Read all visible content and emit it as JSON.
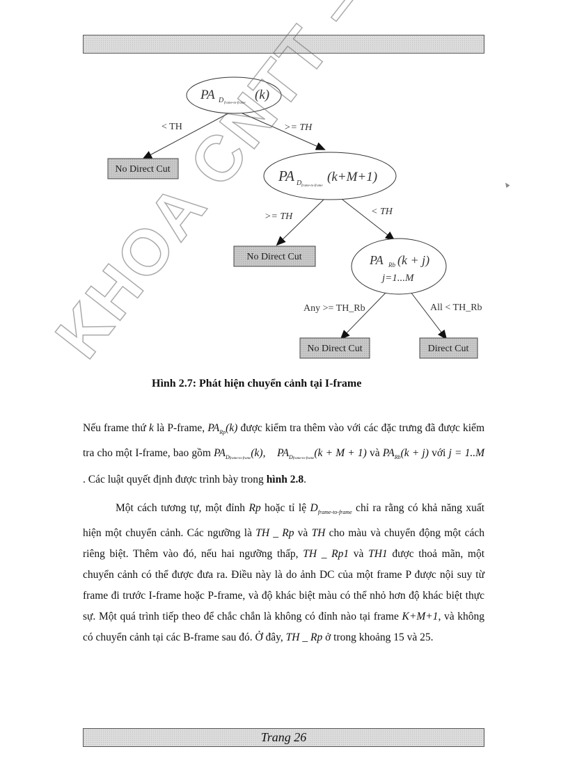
{
  "header": {
    "bar_text": ""
  },
  "diagram": {
    "nodes": {
      "root": {
        "main": "PA",
        "sub": "D",
        "subsub": "frame-to-frame",
        "arg": "(k)"
      },
      "second": {
        "main": "PA",
        "sub": "D",
        "subsub": "frame-to-frame",
        "arg": "(k+M+1)"
      },
      "third": {
        "line1_main": "PA",
        "line1_sub": "Rb",
        "line1_arg": "(k + j)",
        "line2": "j=1...M"
      }
    },
    "edges": {
      "root_left": "< TH",
      "root_right": ">= TH",
      "second_left": ">= TH",
      "second_right": "< TH",
      "third_left": "Any >= TH_Rb",
      "third_right": "All < TH_Rb"
    },
    "boxes": {
      "box1": "No Direct Cut",
      "box2": "No Direct Cut",
      "box3": "No Direct Cut",
      "box4": "Direct Cut"
    }
  },
  "caption": "Hình 2.7: Phát  hiện chuyển cảnh tại I-frame",
  "paragraphs": {
    "p1": {
      "t1": "Nếu frame thứ ",
      "k": "k",
      "t2": " là P-frame, ",
      "pa": "PA",
      "rp": "Rp",
      "argk": "(k)",
      "t3": " được kiểm tra thêm vào với các đặc trưng đã được kiểm tra cho một I-frame, bao gồm ",
      "pa2": "PA",
      "d": "D",
      "ftf": "frame-to-frame",
      "arg2": "(k),",
      "pa3": "PA",
      "arg3": "(k + M + 1)",
      "t4": " và ",
      "pa4": "PA",
      "rb": "Rb",
      "arg4": "(k + j)",
      "t5": " với ",
      "jrange": "j = 1..M",
      "t6": " . Các luật quyết định được trình bày trong ",
      "ref": "hình 2.8",
      "t7": "."
    },
    "p2": {
      "t1": "Một cách tương tự, một đỉnh ",
      "rp": "Rp",
      "t2": " hoặc tỉ lệ ",
      "d": "D",
      "ftf": "frame-to-frame",
      "t3": " chỉ ra rằng có khả năng xuất hiện một chuyển cảnh. Các ngưỡng là ",
      "thrp": "TH _ Rp",
      "t4": " và ",
      "th": "TH",
      "t5": " cho màu và chuyển động một cách riêng biệt. Thêm vào đó, nếu hai ngưỡng thấp, ",
      "thrp1": "TH _ Rp1",
      "t6": " và ",
      "th1": "TH1",
      "t7": " được thoả mãn, một chuyển cảnh có thể được đưa ra. Điều này là do ảnh DC của một frame P được nội suy từ  frame đi trước I-frame hoặc P-frame, và độ khác biệt màu có thể nhỏ hơn độ khác biệt thực sự. Một quá trình tiếp theo để chắc chắn là không có đỉnh nào tại frame ",
      "kmp1": "K+M+1",
      "t8": ", và không có chuyển cảnh tại các B-frame sau đó. Ở đây, ",
      "thrp2": "TH _ Rp",
      "t9": " ở trong khoảng 15 và 25."
    }
  },
  "watermark": "KHOA CNTT –",
  "footer": {
    "page_label": "Trang 26"
  }
}
